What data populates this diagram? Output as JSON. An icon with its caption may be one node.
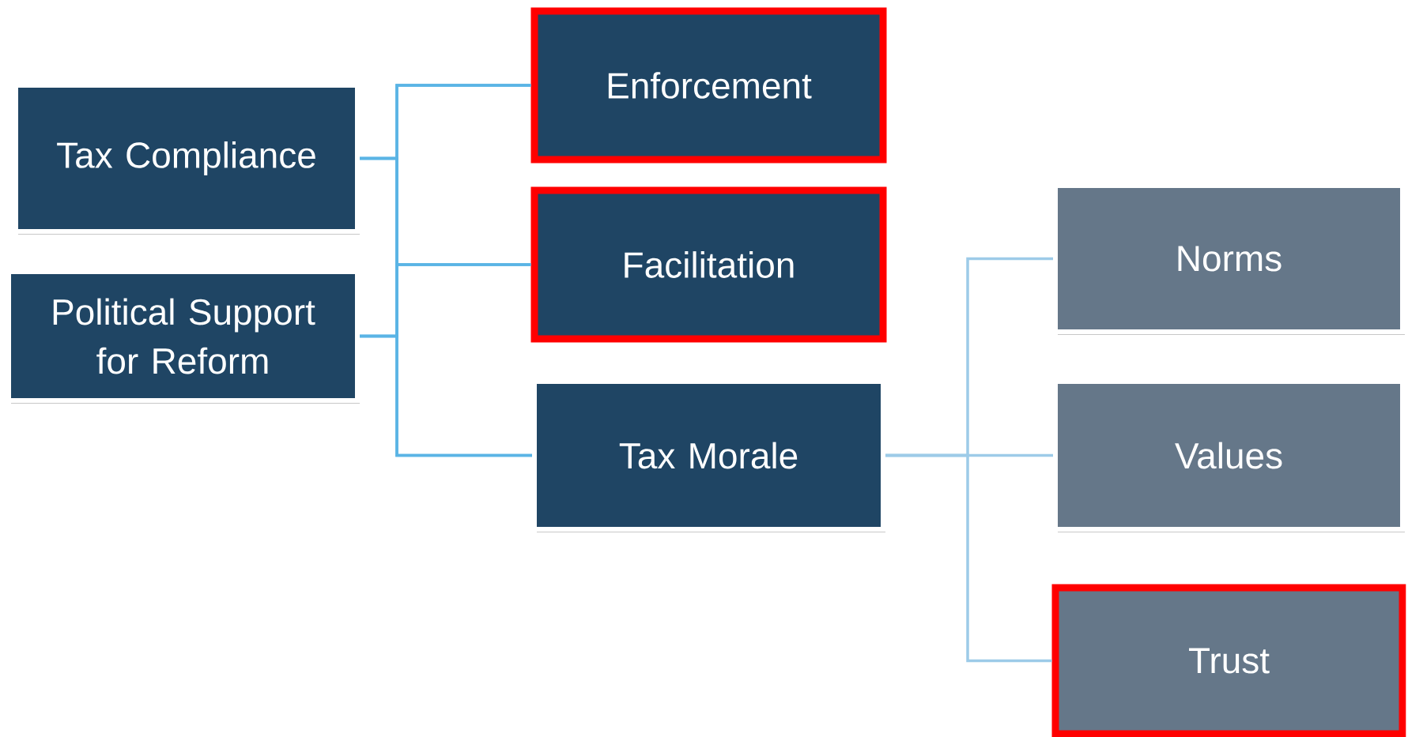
{
  "diagram": {
    "nodes": [
      {
        "text": [
          "Tax Compliance"
        ]
      },
      {
        "text": [
          "Political Support for Reform"
        ]
      },
      {
        "text": [
          "Enforcement"
        ]
      },
      {
        "text": [
          "Facilitation"
        ]
      },
      {
        "text": [
          "Tax Morale"
        ]
      },
      {
        "text": [
          "Norms"
        ]
      },
      {
        "text": [
          "Values"
        ]
      },
      {
        "text": [
          "Trust"
        ]
      }
    ],
    "edges": [
      {
        "from": 0,
        "to": 2,
        "arrow": "none"
      },
      {
        "from": 0,
        "to": 3,
        "arrow": "none"
      },
      {
        "from": 0,
        "to": 4,
        "arrow": "none"
      },
      {
        "from": 1,
        "to": 2,
        "arrow": "none"
      },
      {
        "from": 1,
        "to": 3,
        "arrow": "none"
      },
      {
        "from": 1,
        "to": 4,
        "arrow": "none"
      },
      {
        "from": 4,
        "to": 5,
        "arrow": "none",
        "color": "#9dcbe8"
      },
      {
        "from": 4,
        "to": 6,
        "arrow": "none",
        "color": "#9dcbe8"
      },
      {
        "from": 4,
        "to": 7,
        "arrow": "none",
        "color": "#9dcbe8"
      }
    ]
  }
}
